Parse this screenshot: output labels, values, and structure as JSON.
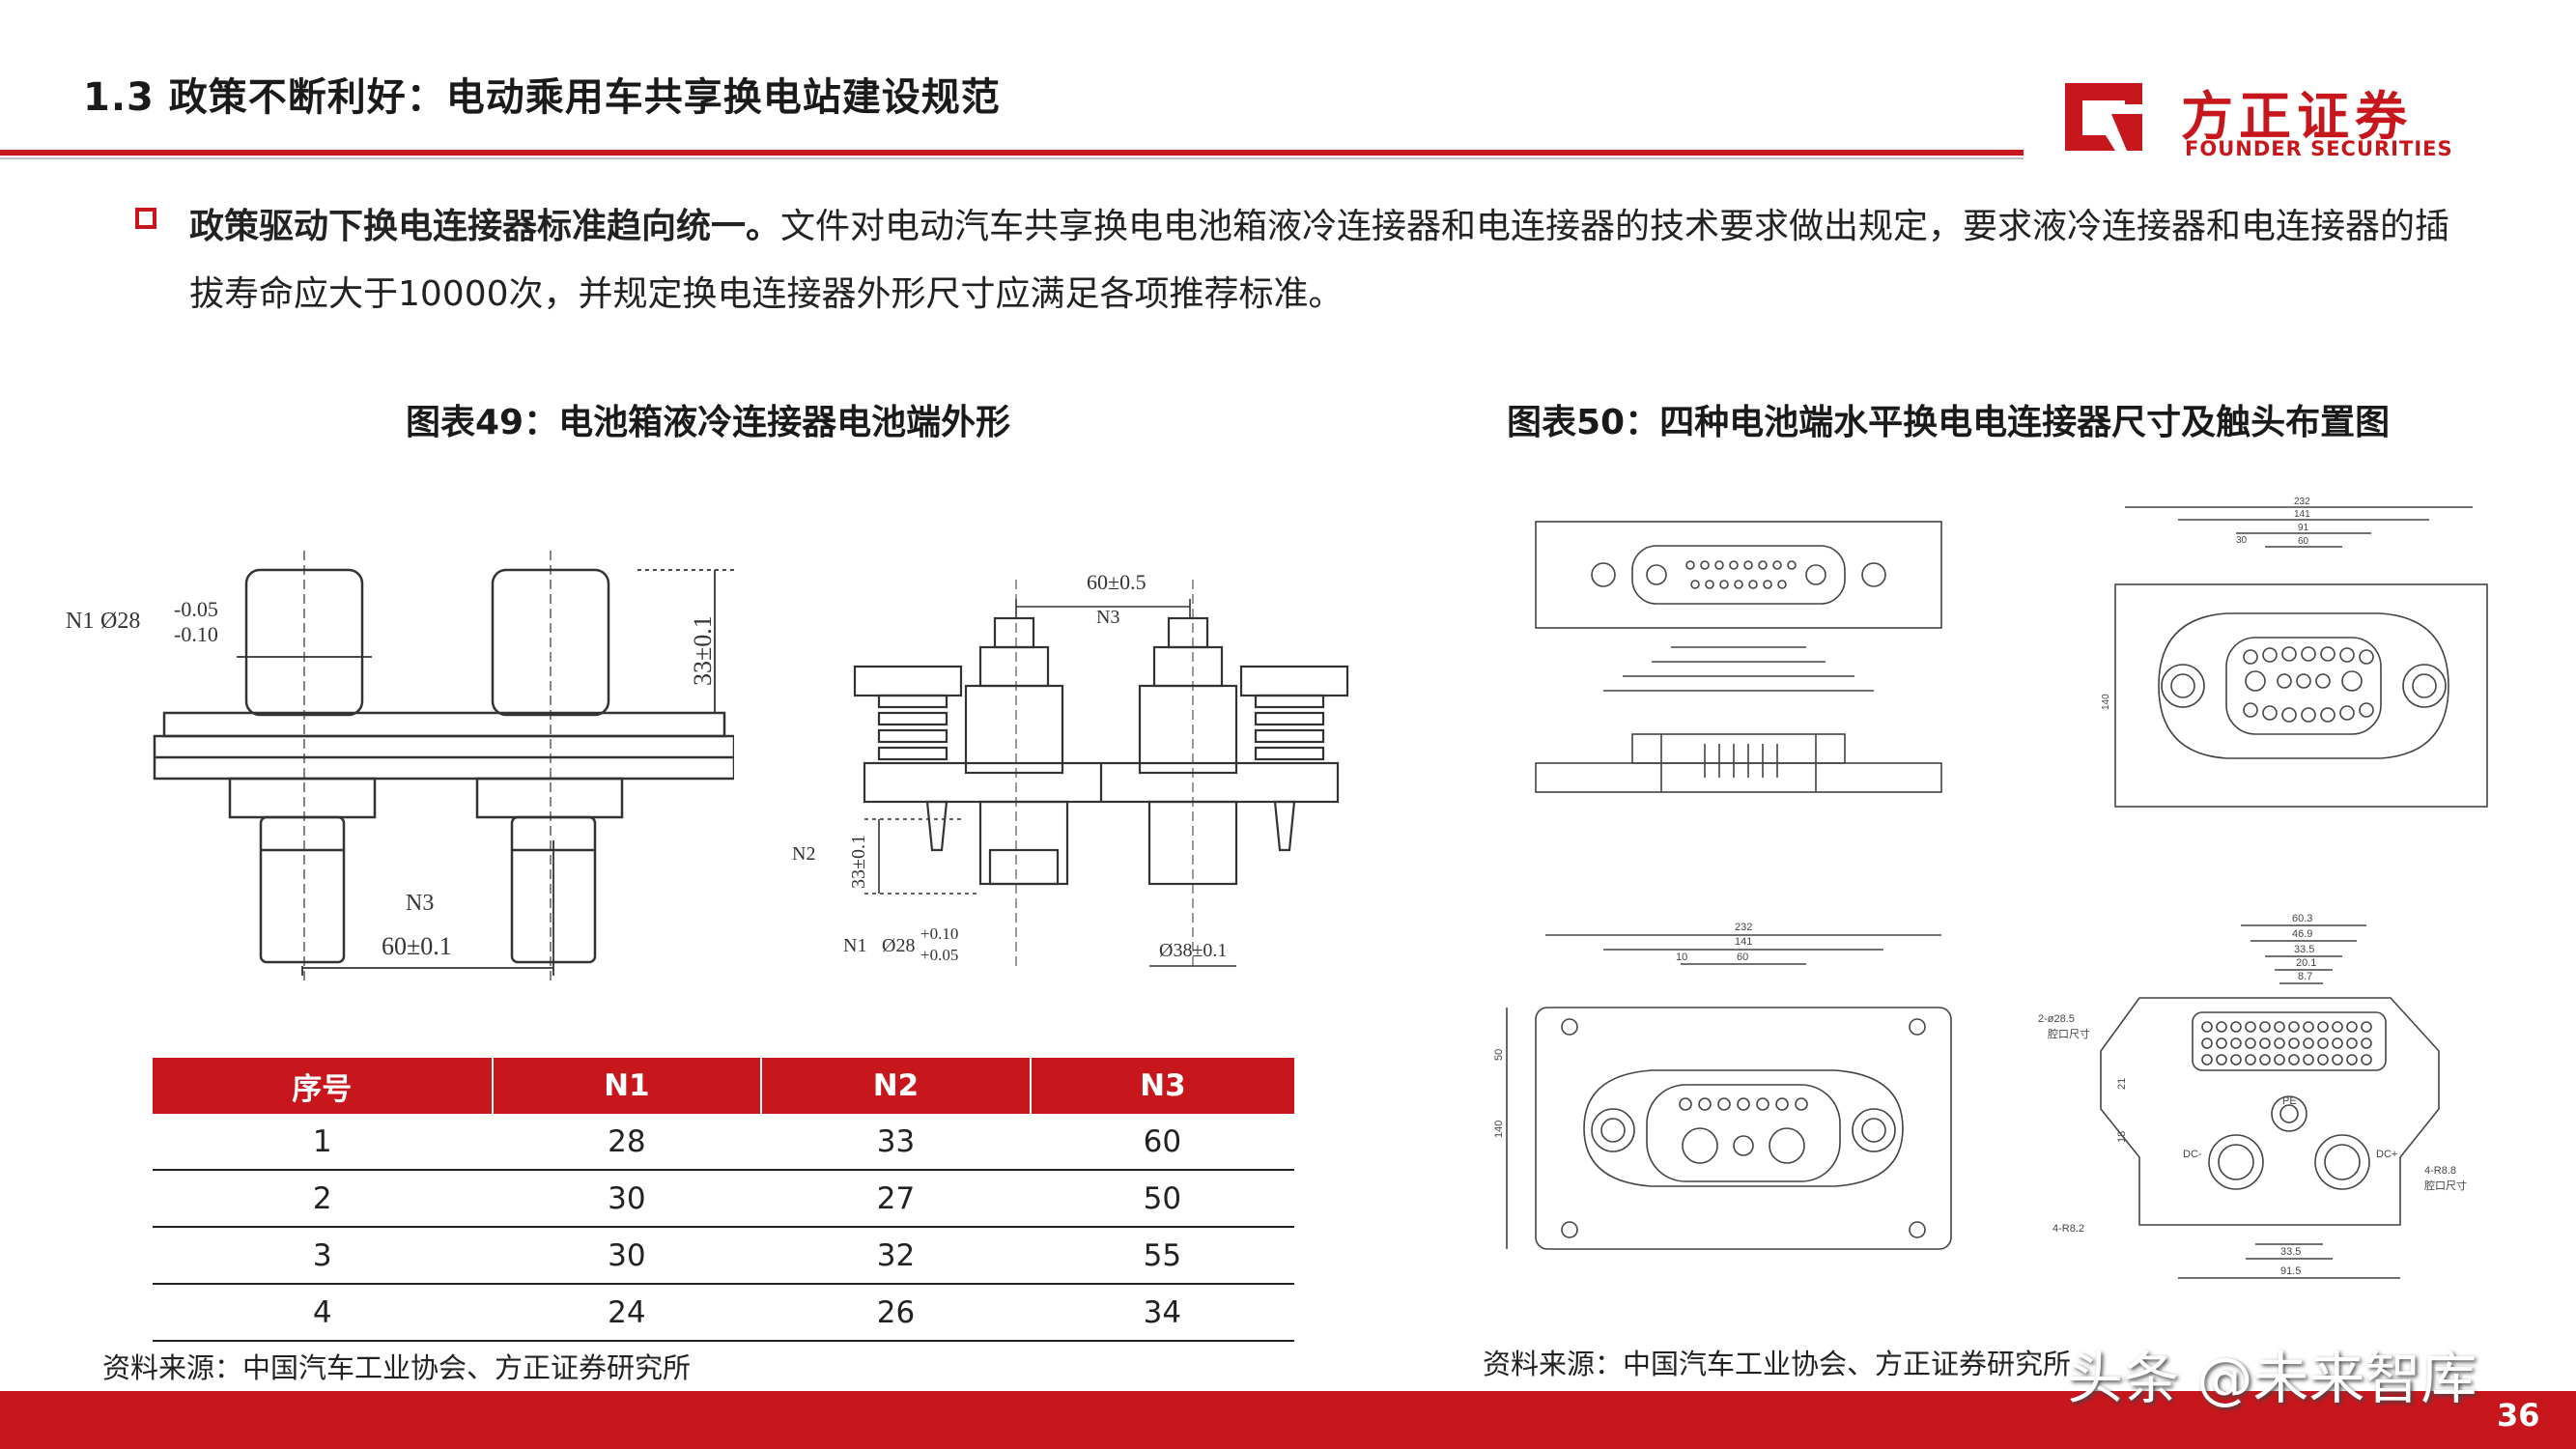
{
  "header": {
    "title": "1.3 政策不断利好：电动乘用车共享换电站建设规范",
    "logo_cn": "方正证券",
    "logo_en": "FOUNDER SECURITIES"
  },
  "intro": {
    "bold": "政策驱动下换电连接器标准趋向统一。",
    "text": "文件对电动汽车共享换电电池箱液冷连接器和电连接器的技术要求做出规定，要求液冷连接器和电连接器的插拔寿命应大于10000次，并规定换电连接器外形尺寸应满足各项推荐标准。"
  },
  "figure49": {
    "title": "图表49：电池箱液冷连接器电池端外形",
    "labels": {
      "n1_left": "N1",
      "phi28_left": "Ø28",
      "tol_top_left": "-0.05",
      "tol_bot_left": "-0.10",
      "dim33_left": "33±0.1",
      "n2_left": "N2",
      "n3_left": "N3",
      "dim60_left": "60±0.1",
      "dim60_right": "60±0.5",
      "n3_right": "N3",
      "n2_right": "N2",
      "dim33_right": "33±0.1",
      "n1_right": "N1",
      "phi28_right": "Ø28",
      "tol_top_right": "+0.10",
      "tol_bot_right": "+0.05",
      "phi38": "Ø38±0.1"
    }
  },
  "figure50": {
    "title": "图表50：四种电池端水平换电电连接器尺寸及触头布置图",
    "labels": {
      "d232": "232",
      "d141": "141",
      "d91": "91",
      "d60": "60",
      "d30": "30",
      "d10": "10",
      "d140": "140",
      "d50": "50",
      "d60_3": "60.3",
      "d46_9": "46.9",
      "d33_5": "33.5",
      "d20_1": "20.1",
      "d8_7": "8.7",
      "d91_5": "91.5",
      "pe": "PE",
      "dc_minus": "DC-",
      "dc_plus": "DC+",
      "hole_a": "2-ø28.5",
      "hole_a_note": "腔口尺寸",
      "hole_b": "4-R8.8",
      "hole_b_note": "腔口尺寸",
      "hole_c": "4-R8.2",
      "d21": "21",
      "d18": "18"
    }
  },
  "table": {
    "headers": [
      "序号",
      "N1",
      "N2",
      "N3"
    ],
    "rows": [
      [
        "1",
        "28",
        "33",
        "60"
      ],
      [
        "2",
        "30",
        "27",
        "50"
      ],
      [
        "3",
        "30",
        "32",
        "55"
      ],
      [
        "4",
        "24",
        "26",
        "34"
      ]
    ]
  },
  "source_left": "资料来源：中国汽车工业协会、方正证券研究所",
  "source_right": "资料来源：中国汽车工业协会、方正证券研究所",
  "watermark": "头条 @未来智库",
  "page_number": "36",
  "colors": {
    "brand_red": "#c8161d",
    "text": "#222222"
  },
  "icons": [
    "founder-logo-icon",
    "square-bullet-icon"
  ]
}
